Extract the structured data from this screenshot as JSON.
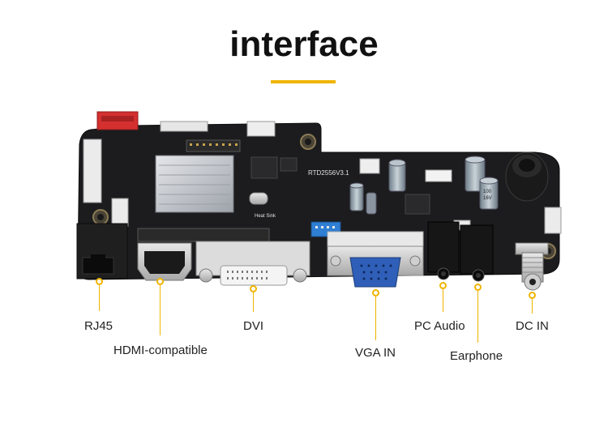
{
  "title": "interface",
  "board_markings": {
    "model": "RTD2556V3.1",
    "heatsink": "Heat Sink",
    "cap_top": "100",
    "cap_volt": "16V"
  },
  "ports": [
    {
      "id": "rj45",
      "label": "RJ45"
    },
    {
      "id": "hdmi",
      "label": "HDMI-compatible"
    },
    {
      "id": "dvi",
      "label": "DVI"
    },
    {
      "id": "vga",
      "label": "VGA IN"
    },
    {
      "id": "pcaudio",
      "label": "PC Audio"
    },
    {
      "id": "earphone",
      "label": "Earphone"
    },
    {
      "id": "dcin",
      "label": "DC IN"
    }
  ],
  "colors": {
    "accent": "#f0b400",
    "pcb": "#1c1c1e",
    "vga": "#2f5fb8",
    "red_header": "#d43030"
  }
}
